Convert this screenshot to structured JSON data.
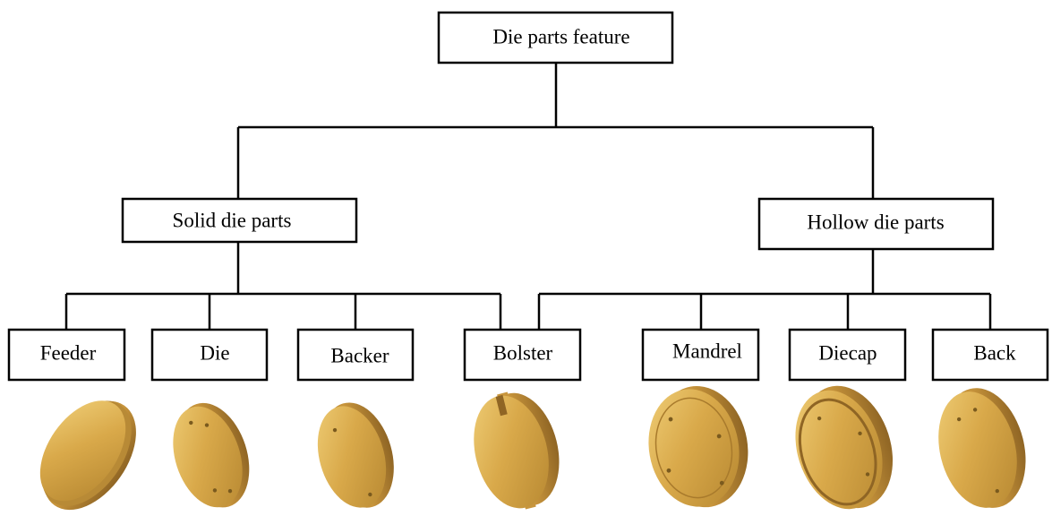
{
  "root": {
    "label": "Die parts feature"
  },
  "groups": [
    {
      "label": "Solid die parts"
    },
    {
      "label": "Hollow die parts"
    }
  ],
  "parts": [
    {
      "label": "Feeder",
      "icon": "feeder-disc-icon"
    },
    {
      "label": "Die",
      "icon": "die-disc-icon"
    },
    {
      "label": "Backer",
      "icon": "backer-disc-icon"
    },
    {
      "label": "Bolster",
      "icon": "bolster-disc-icon"
    },
    {
      "label": "Mandrel",
      "icon": "mandrel-disc-icon"
    },
    {
      "label": "Diecap",
      "icon": "diecap-disc-icon"
    },
    {
      "label": "Back",
      "icon": "back-disc-icon"
    }
  ],
  "colors": {
    "part_gold": "#d9a94a",
    "part_gold_dark": "#9c7228",
    "part_gold_light": "#f0cf78",
    "line": "#000000"
  }
}
